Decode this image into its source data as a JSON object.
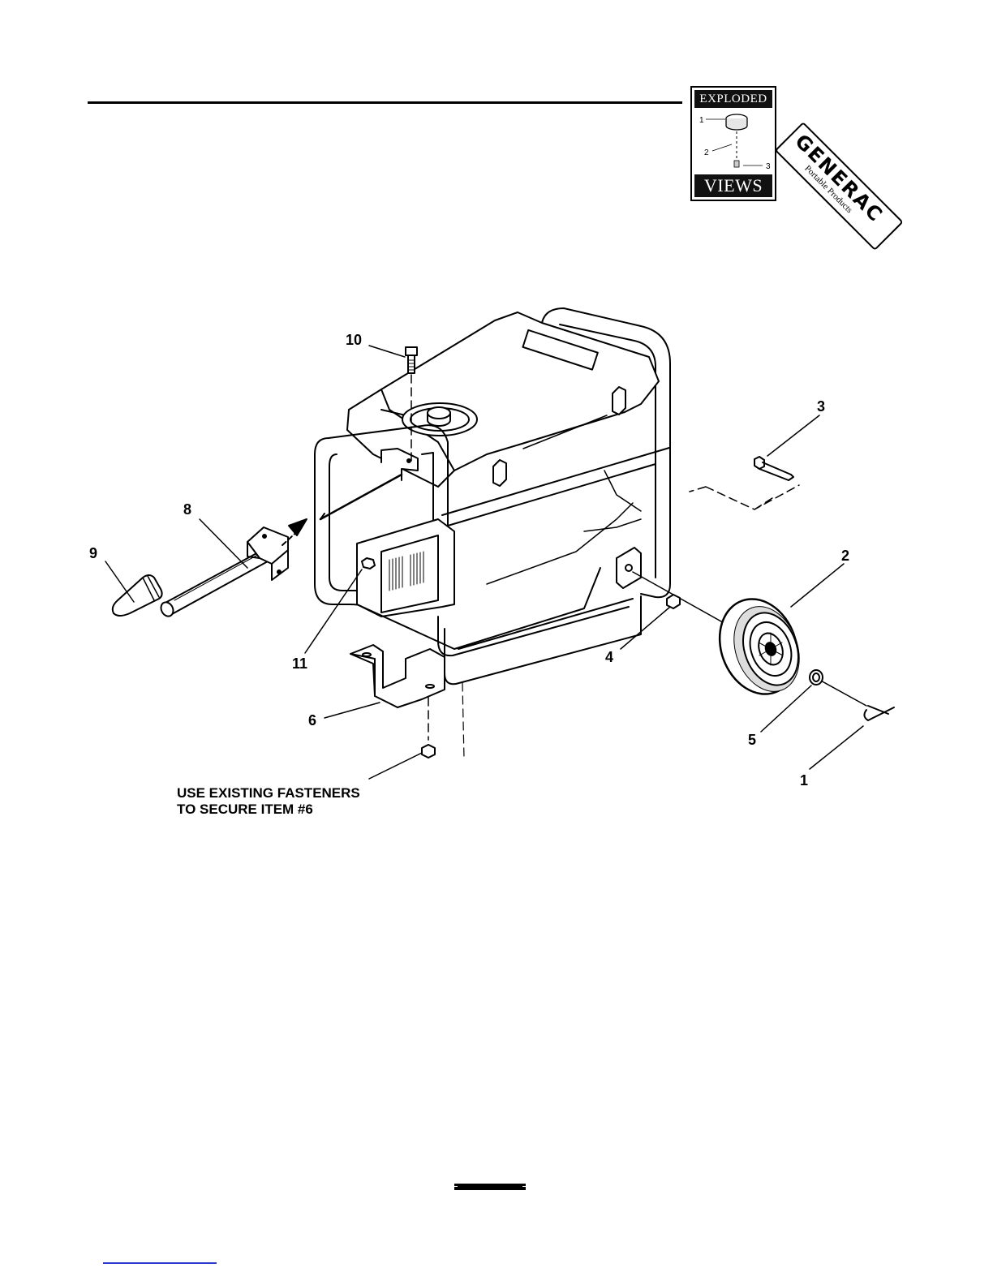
{
  "logo": {
    "exploded": "EXPLODED",
    "views": "VIEWS",
    "sample_callouts": [
      "1",
      "2",
      "3"
    ]
  },
  "brand": {
    "name": "GENERAC",
    "subtitle": "Portable Products"
  },
  "callouts": [
    {
      "id": "10",
      "label": "10"
    },
    {
      "id": "3",
      "label": "3"
    },
    {
      "id": "8",
      "label": "8"
    },
    {
      "id": "9",
      "label": "9"
    },
    {
      "id": "2",
      "label": "2"
    },
    {
      "id": "11",
      "label": "11"
    },
    {
      "id": "4",
      "label": "4"
    },
    {
      "id": "6",
      "label": "6"
    },
    {
      "id": "5",
      "label": "5"
    },
    {
      "id": "1",
      "label": "1"
    }
  ],
  "note": {
    "line1": "USE EXISTING FASTENERS",
    "line2": "TO SECURE ITEM #6"
  }
}
